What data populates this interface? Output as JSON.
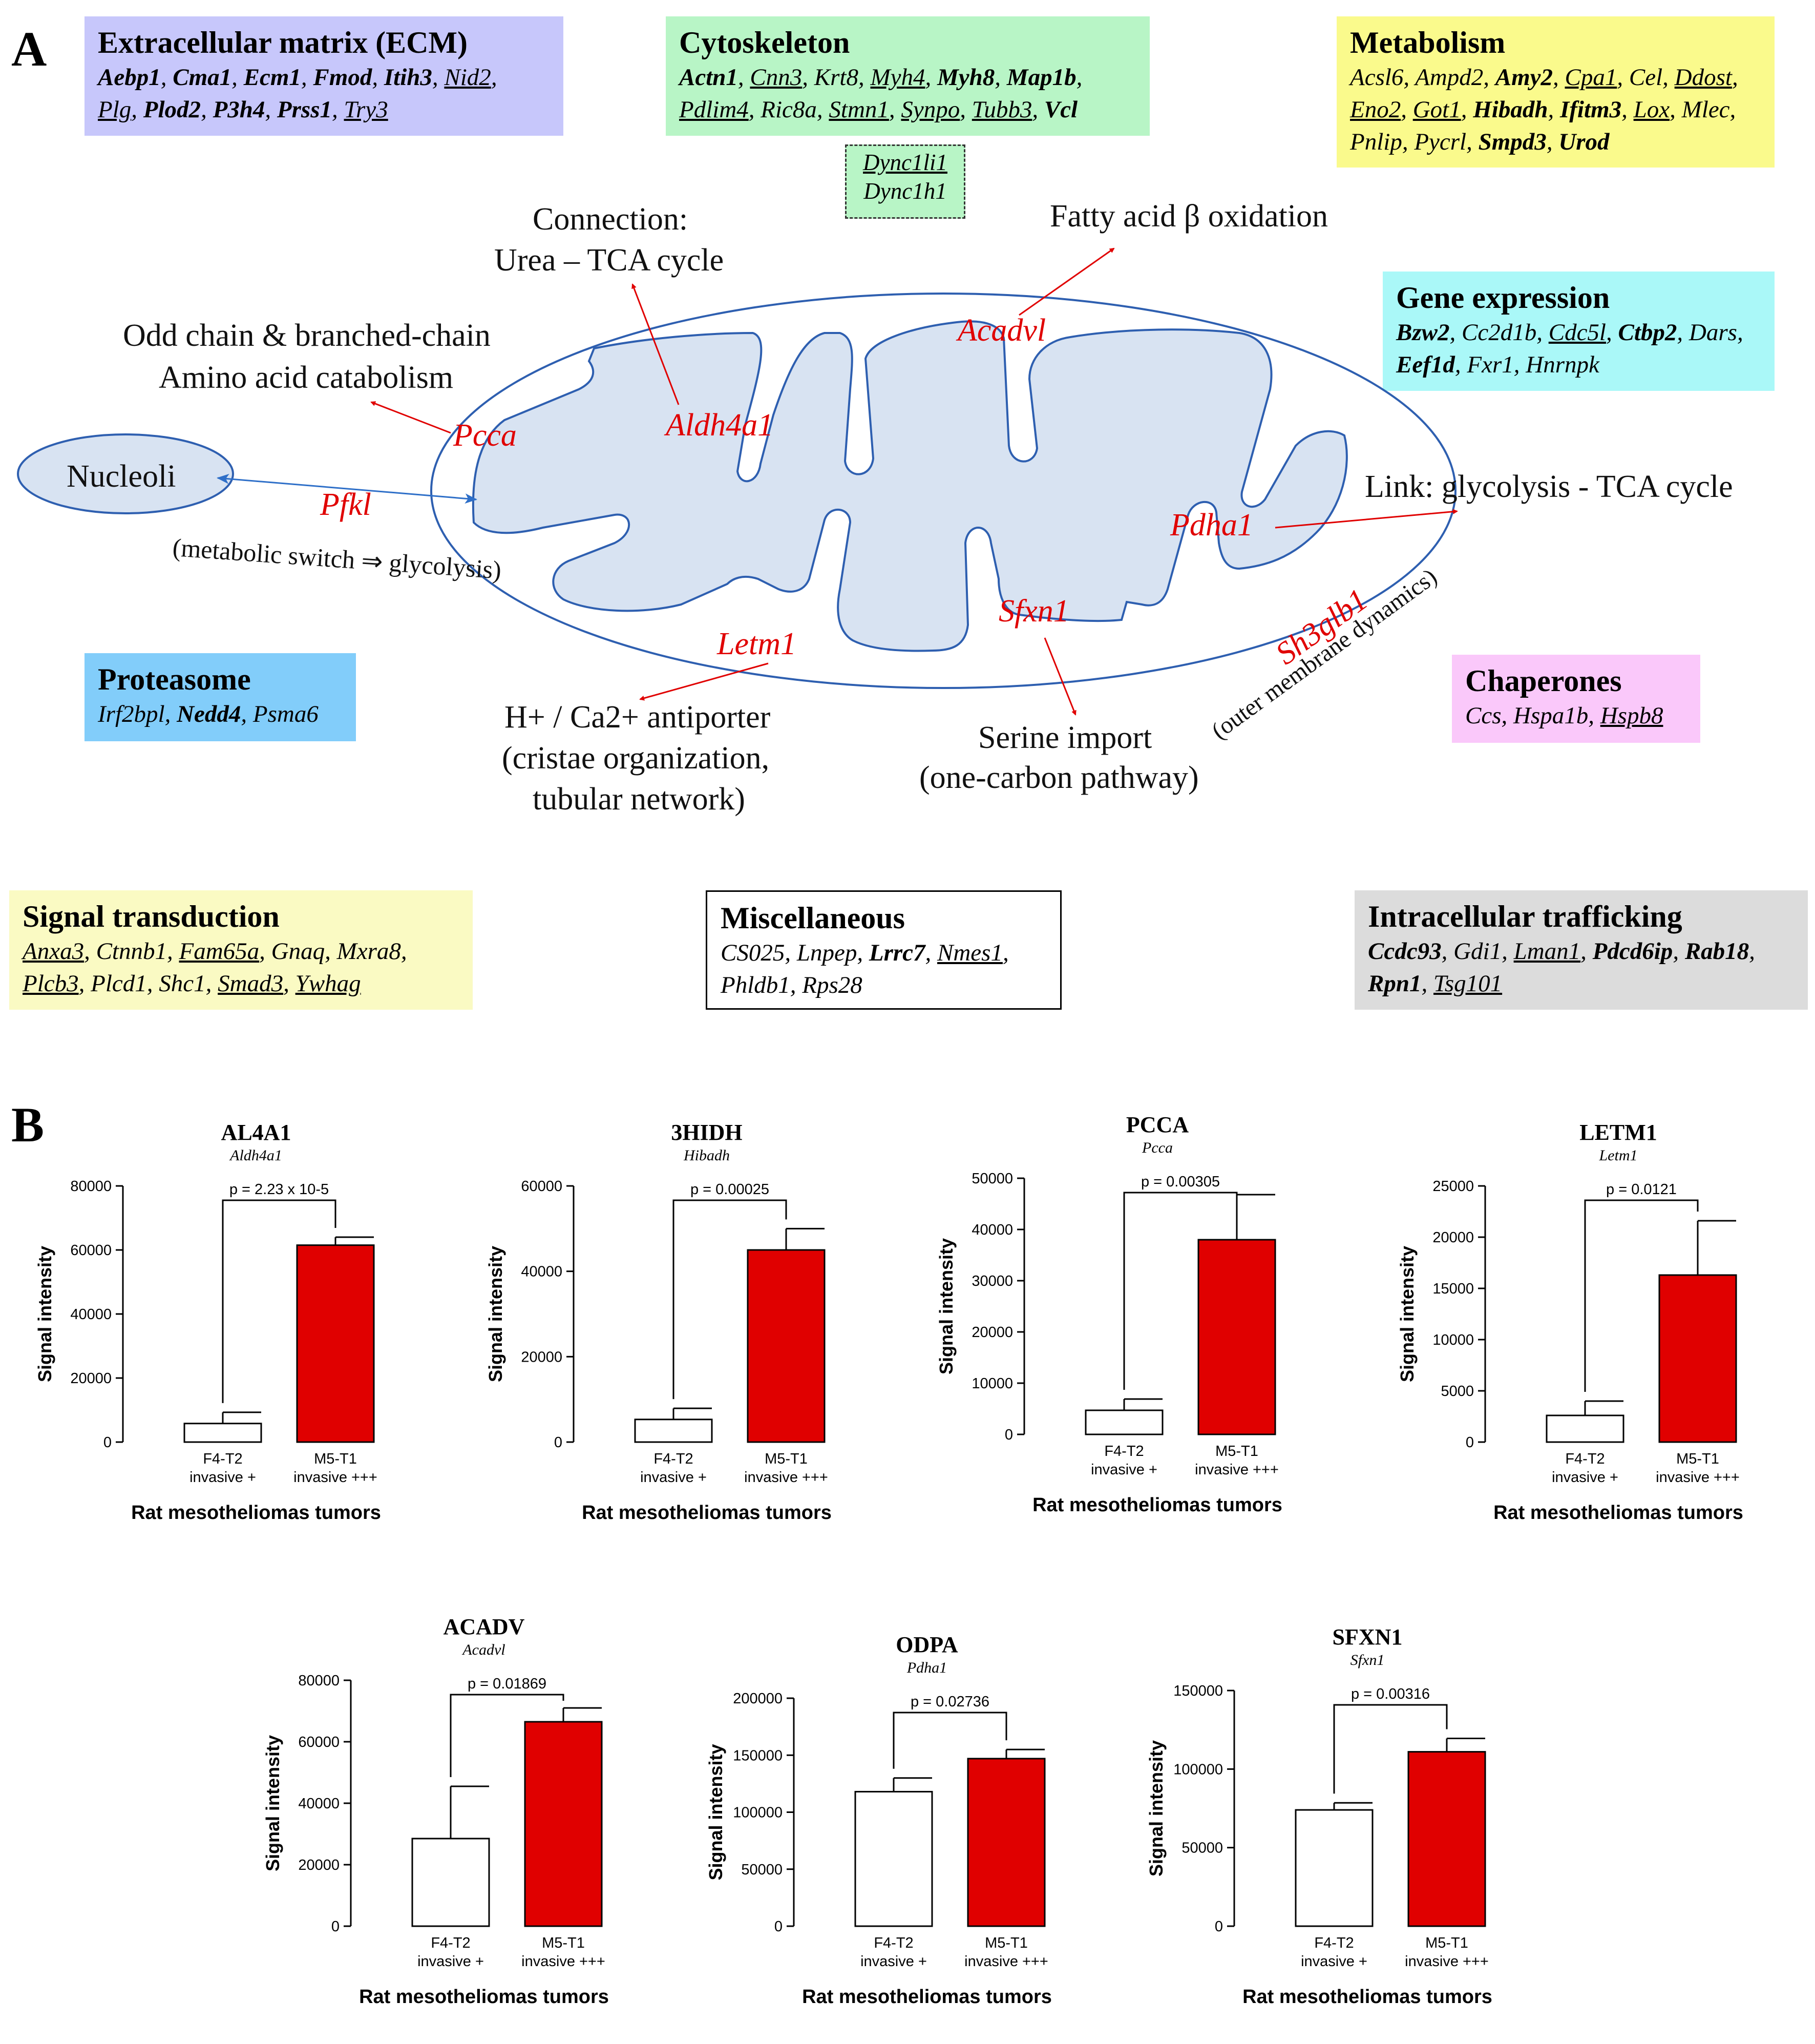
{
  "panel_a": {
    "letter": "A",
    "boxes": [
      {
        "id": "ecm",
        "title": "Extracellular matrix (ECM)",
        "color": "#c7c7fb",
        "genes": [
          {
            "t": "Aebp1",
            "s": "b"
          },
          {
            "t": "Cma1",
            "s": "b"
          },
          {
            "t": "Ecm1",
            "s": "b"
          },
          {
            "t": "Fmod",
            "s": "b"
          },
          {
            "t": "Itih3",
            "s": "b"
          },
          {
            "t": "Nid2",
            "s": "u"
          },
          {
            "t": "Plg",
            "s": "u"
          },
          {
            "t": "Plod2",
            "s": "b"
          },
          {
            "t": "P3h4",
            "s": "b"
          },
          {
            "t": "Prss1",
            "s": "b"
          },
          {
            "t": "Try3",
            "s": "u"
          }
        ]
      },
      {
        "id": "cyto",
        "title": "Cytoskeleton",
        "color": "#b8f5c6",
        "genes": [
          {
            "t": "Actn1",
            "s": "b"
          },
          {
            "t": "Cnn3",
            "s": "u"
          },
          {
            "t": "Krt8",
            "s": ""
          },
          {
            "t": "Myh4",
            "s": "u"
          },
          {
            "t": "Myh8",
            "s": "b"
          },
          {
            "t": "Map1b",
            "s": "b"
          },
          {
            "t": "Pdlim4",
            "s": "u"
          },
          {
            "t": "Ric8a",
            "s": ""
          },
          {
            "t": "Stmn1",
            "s": "u"
          },
          {
            "t": "Synpo",
            "s": "u"
          },
          {
            "t": "Tubb3",
            "s": "u"
          },
          {
            "t": "Vcl",
            "s": "b"
          }
        ]
      },
      {
        "id": "meta",
        "title": "Metabolism",
        "color": "#fafa8c",
        "genes": [
          {
            "t": "Acsl6",
            "s": ""
          },
          {
            "t": "Ampd2",
            "s": ""
          },
          {
            "t": "Amy2",
            "s": "b"
          },
          {
            "t": "Cpa1",
            "s": "u"
          },
          {
            "t": "Cel",
            "s": ""
          },
          {
            "t": "Ddost",
            "s": "u"
          },
          {
            "t": "Eno2",
            "s": "u"
          },
          {
            "t": "Got1",
            "s": "u"
          },
          {
            "t": "Hibadh",
            "s": "b"
          },
          {
            "t": "Ifitm3",
            "s": "b"
          },
          {
            "t": "Lox",
            "s": "u"
          },
          {
            "t": "Mlec",
            "s": ""
          },
          {
            "t": "Pnlip",
            "s": ""
          },
          {
            "t": "Pycrl",
            "s": ""
          },
          {
            "t": "Smpd3",
            "s": "b"
          },
          {
            "t": "Urod",
            "s": "b"
          }
        ]
      },
      {
        "id": "gene",
        "title": "Gene expression",
        "color": "#aaf8f8",
        "genes": [
          {
            "t": "Bzw2",
            "s": "b"
          },
          {
            "t": "Cc2d1b",
            "s": ""
          },
          {
            "t": "Cdc5l",
            "s": "u"
          },
          {
            "t": "Ctbp2",
            "s": "b"
          },
          {
            "t": "Dars",
            "s": ""
          },
          {
            "t": "Eef1d",
            "s": "b"
          },
          {
            "t": "Fxr1",
            "s": ""
          },
          {
            "t": "Hnrnpk",
            "s": ""
          }
        ]
      },
      {
        "id": "prot",
        "title": "Proteasome",
        "color": "#82cdfa",
        "genes": [
          {
            "t": "Irf2bpl",
            "s": ""
          },
          {
            "t": "Nedd4",
            "s": "b"
          },
          {
            "t": "Psma6",
            "s": ""
          }
        ]
      },
      {
        "id": "chap",
        "title": "Chaperones",
        "color": "#fac8fa",
        "genes": [
          {
            "t": "Ccs",
            "s": ""
          },
          {
            "t": "Hspa1b",
            "s": ""
          },
          {
            "t": "Hspb8",
            "s": "u"
          }
        ]
      },
      {
        "id": "sig",
        "title": "Signal transduction",
        "color": "#fafac3",
        "genes": [
          {
            "t": "Anxa3",
            "s": "u"
          },
          {
            "t": "Ctnnb1",
            "s": ""
          },
          {
            "t": "Fam65a",
            "s": "u"
          },
          {
            "t": "Gnaq",
            "s": ""
          },
          {
            "t": "Mxra8",
            "s": ""
          },
          {
            "t": "Plcb3",
            "s": "u"
          },
          {
            "t": "Plcd1",
            "s": ""
          },
          {
            "t": "Shc1",
            "s": ""
          },
          {
            "t": "Smad3",
            "s": "u"
          },
          {
            "t": "Ywhag",
            "s": "u"
          }
        ]
      },
      {
        "id": "misc",
        "title": "Miscellaneous",
        "color": "#ffffff",
        "genes": [
          {
            "t": "CS025",
            "s": ""
          },
          {
            "t": "Lnpep",
            "s": ""
          },
          {
            "t": "Lrrc7",
            "s": "b"
          },
          {
            "t": "Nmes1",
            "s": "u"
          },
          {
            "t": "Phldb1",
            "s": ""
          },
          {
            "t": "Rps28",
            "s": ""
          }
        ]
      },
      {
        "id": "traf",
        "title": "Intracellular trafficking",
        "color": "#dcdcdc",
        "genes": [
          {
            "t": "Ccdc93",
            "s": "b"
          },
          {
            "t": "Gdi1",
            "s": ""
          },
          {
            "t": "Lman1",
            "s": "u"
          },
          {
            "t": "Pdcd6ip",
            "s": "b"
          },
          {
            "t": "Rab18",
            "s": "b"
          },
          {
            "t": "Rpn1",
            "s": "b"
          },
          {
            "t": "Tsg101",
            "s": "u"
          }
        ]
      }
    ],
    "dynein": [
      "Dync1li1",
      "Dync1h1"
    ],
    "mito_genes": {
      "pcca": "Pcca",
      "aldh4a1": "Aldh4a1",
      "acadvl": "Acadvl",
      "pfkl": "Pfkl",
      "pdha1": "Pdha1",
      "sfxn1": "Sfxn1",
      "letm1": "Letm1",
      "sh3glb1": "Sh3glb1"
    },
    "labels": {
      "connection": "Connection:",
      "urea_tca": "Urea – TCA cycle",
      "fatty": "Fatty acid β oxidation",
      "odd1": "Odd chain & branched-chain",
      "odd2": "Amino acid catabolism",
      "nucleoli": "Nucleoli",
      "metab_switch": "(metabolic switch ⇒ glycolysis)",
      "link": "Link: glycolysis  - TCA cycle",
      "outer": "(outer membrane dynamics)",
      "antiporter1": "H+ / Ca2+ antiporter",
      "antiporter2": "(cristae organization,",
      "antiporter3": "tubular network)",
      "serine1": "Serine import",
      "serine2": "(one-carbon pathway)"
    }
  },
  "panel_b": {
    "letter": "B",
    "x_categories": [
      "F4-T2",
      "M5-T1"
    ],
    "x_subtitles": [
      "invasive +",
      "invasive +++"
    ],
    "xlabel": "Rat mesotheliomas tumors",
    "ylabel": "Signal intensity",
    "colors": {
      "invasive_plus": "#ffffff",
      "invasive_plus3": "#e00000"
    }
  },
  "chart_data": [
    {
      "type": "bar",
      "title": "AL4A1",
      "subtitle": "Aldh4a1",
      "categories": [
        "F4-T2",
        "M5-T1"
      ],
      "values": [
        5800,
        61500
      ],
      "errors": [
        3500,
        2500
      ],
      "ylim": [
        0,
        80000
      ],
      "yticks": [
        0,
        20000,
        40000,
        60000,
        80000
      ],
      "pvalue": "p = 2.23 x 10-5",
      "ylabel": "Signal intensity",
      "xlabel": "Rat mesotheliomas tumors"
    },
    {
      "type": "bar",
      "title": "3HIDH",
      "subtitle": "Hibadh",
      "categories": [
        "F4-T2",
        "M5-T1"
      ],
      "values": [
        5300,
        45000
      ],
      "errors": [
        2600,
        5000
      ],
      "ylim": [
        0,
        60000
      ],
      "yticks": [
        0,
        20000,
        40000,
        60000
      ],
      "pvalue": "p = 0.00025",
      "ylabel": "Signal intensity",
      "xlabel": "Rat mesotheliomas tumors"
    },
    {
      "type": "bar",
      "title": "PCCA",
      "subtitle": "Pcca",
      "categories": [
        "F4-T2",
        "M5-T1"
      ],
      "values": [
        4700,
        38000
      ],
      "errors": [
        2200,
        8800
      ],
      "ylim": [
        0,
        50000
      ],
      "yticks": [
        0,
        10000,
        20000,
        30000,
        40000,
        50000
      ],
      "pvalue": "p = 0.00305",
      "ylabel": "Signal intensity",
      "xlabel": "Rat mesotheliomas tumors"
    },
    {
      "type": "bar",
      "title": "LETM1",
      "subtitle": "Letm1",
      "categories": [
        "F4-T2",
        "M5-T1"
      ],
      "values": [
        2600,
        16300
      ],
      "errors": [
        1400,
        5300
      ],
      "ylim": [
        0,
        25000
      ],
      "yticks": [
        0,
        5000,
        10000,
        15000,
        20000,
        25000
      ],
      "pvalue": "p = 0.0121",
      "ylabel": "Signal intensity",
      "xlabel": "Rat mesotheliomas tumors"
    },
    {
      "type": "bar",
      "title": "ACADV",
      "subtitle": "Acadvl",
      "categories": [
        "F4-T2",
        "M5-T1"
      ],
      "values": [
        28500,
        66500
      ],
      "errors": [
        17000,
        4500
      ],
      "ylim": [
        0,
        80000
      ],
      "yticks": [
        0,
        20000,
        40000,
        60000,
        80000
      ],
      "pvalue": "p = 0.01869",
      "ylabel": "Signal intensity",
      "xlabel": "Rat mesotheliomas tumors"
    },
    {
      "type": "bar",
      "title": "ODPA",
      "subtitle": "Pdha1",
      "categories": [
        "F4-T2",
        "M5-T1"
      ],
      "values": [
        118000,
        147000
      ],
      "errors": [
        12000,
        8000
      ],
      "ylim": [
        0,
        200000
      ],
      "yticks": [
        0,
        50000,
        100000,
        150000,
        200000
      ],
      "pvalue": "p = 0.02736",
      "ylabel": "Signal intensity",
      "xlabel": "Rat mesotheliomas tumors"
    },
    {
      "type": "bar",
      "title": "SFXN1",
      "subtitle": "Sfxn1",
      "categories": [
        "F4-T2",
        "M5-T1"
      ],
      "values": [
        74000,
        111000
      ],
      "errors": [
        4500,
        8500
      ],
      "ylim": [
        0,
        150000
      ],
      "yticks": [
        0,
        50000,
        100000,
        150000
      ],
      "pvalue": "p = 0.00316",
      "ylabel": "Signal intensity",
      "xlabel": "Rat mesotheliomas tumors"
    }
  ]
}
